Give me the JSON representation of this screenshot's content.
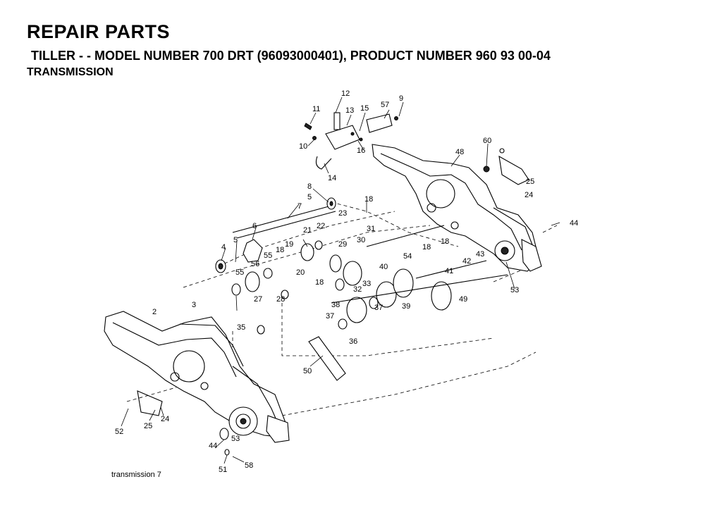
{
  "header": {
    "title": "REPAIR PARTS",
    "subtitle": "TILLER - - MODEL NUMBER 700 DRT (96093000401), PRODUCT NUMBER 960 93 00-04",
    "section": "TRANSMISSION"
  },
  "caption": "transmission 7",
  "part_labels": [
    "12",
    "11",
    "13",
    "15",
    "57",
    "9",
    "10",
    "16",
    "14",
    "48",
    "60",
    "25",
    "24",
    "8",
    "5",
    "18",
    "7",
    "23",
    "31",
    "44",
    "6",
    "5",
    "4",
    "21",
    "22",
    "29",
    "30",
    "18",
    "18",
    "55",
    "19",
    "56",
    "18",
    "43",
    "54",
    "42",
    "20",
    "55",
    "40",
    "41",
    "18",
    "32",
    "33",
    "53",
    "27",
    "28",
    "39",
    "49",
    "38",
    "37",
    "35",
    "36",
    "2",
    "3",
    "37",
    "50",
    "52",
    "25",
    "24",
    "44",
    "53",
    "51",
    "58"
  ]
}
